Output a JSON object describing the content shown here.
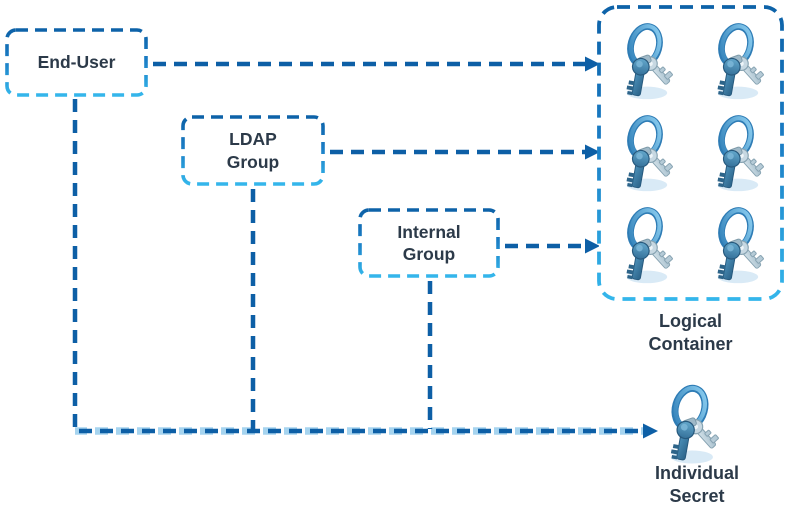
{
  "nodes": {
    "end_user": {
      "label": "End-User"
    },
    "ldap_group": {
      "label": "LDAP Group"
    },
    "internal_group": {
      "label": "Internal Group"
    }
  },
  "logical_container": {
    "label": "Logical Container",
    "key_count": 6,
    "icon": "keyring-icon"
  },
  "individual_secret": {
    "label": "Individual Secret",
    "icon": "keyring-icon"
  },
  "edges": [
    {
      "from": "End-User",
      "to": "Logical Container"
    },
    {
      "from": "LDAP Group",
      "to": "Logical Container"
    },
    {
      "from": "Internal Group",
      "to": "Logical Container"
    },
    {
      "from": "End-User",
      "to": "Individual Secret"
    },
    {
      "from": "LDAP Group",
      "to": "Individual Secret"
    },
    {
      "from": "Internal Group",
      "to": "Individual Secret"
    }
  ],
  "colors": {
    "connector_dark": "#0d5fa6",
    "border_gradient_top": "#0d62a8",
    "border_gradient_bottom": "#34b6eb",
    "text": "#2c3a49",
    "key_shadow": "#d9eaf6"
  }
}
